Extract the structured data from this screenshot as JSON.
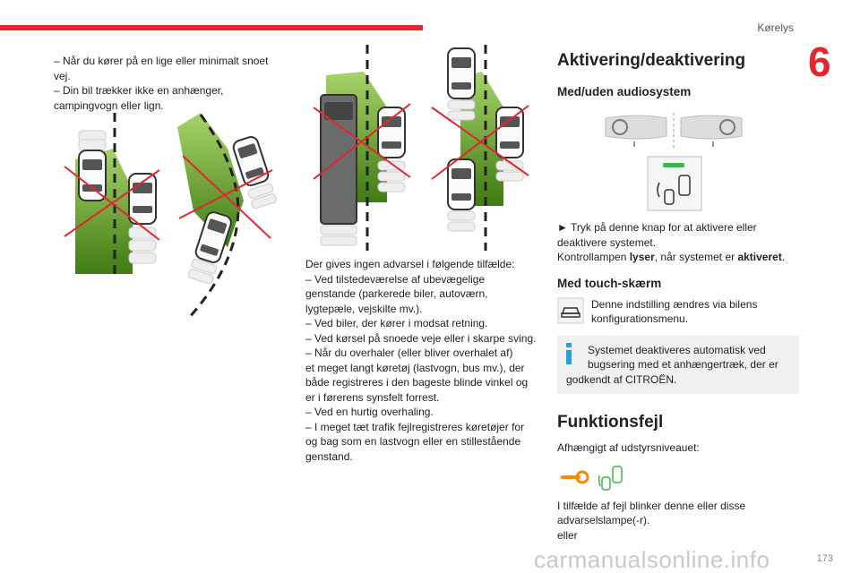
{
  "header": {
    "chapter_label": "Kørelys",
    "chapter_number": "6",
    "page_number": "173"
  },
  "col1": {
    "lines": [
      "– Når du kører på en lige eller minimalt snoet",
      "vej.",
      "– Din bil trækker ikke en anhænger,",
      "campingvogn eller lign."
    ]
  },
  "col2": {
    "lines": [
      "Der gives ingen advarsel i følgende tilfælde:",
      "– Ved tilstedeværelse af ubevægelige",
      "genstande (parkerede biler, autoværn,",
      "lygtepæle, vejskilte mv.).",
      "– Ved biler, der kører i modsat retning.",
      "– Ved kørsel på snoede veje eller i skarpe sving.",
      "– Når du overhaler (eller bliver overhalet af)",
      "et meget langt køretøj (lastvogn, bus mv.), der",
      "både registreres i den bageste blinde vinkel og",
      "er i førerens synsfelt forrest.",
      "– Ved en hurtig overhaling.",
      "– I meget tæt trafik fejlregistreres køretøjer for",
      "og bag som en lastvogn eller en stillestående",
      "genstand."
    ]
  },
  "col3": {
    "title": "Aktivering/deaktivering",
    "audio_heading": "Med/uden audiosystem",
    "press_text": "► Tryk på denne knap for at aktivere eller",
    "press_text2": "deaktivere systemet.",
    "lamp_prefix": "Kontrollampen ",
    "lamp_bold1": "lyser",
    "lamp_mid": ", når systemet er ",
    "lamp_bold2": "aktiveret",
    "lamp_end": ".",
    "touch_heading": "Med touch-skærm",
    "touch_text1": "Denne indstilling ændres via bilens",
    "touch_text2": "konfigurationsmenu.",
    "info_text1": "Systemet deaktiveres automatisk ved",
    "info_text2": "bugsering med et anhængertræk, der er",
    "info_text3": "godkendt af CITROËN.",
    "fault_title": "Funktionsfejl",
    "fault_level": "Afhængigt af udstyrsniveauet:",
    "fault_text1": "I tilfælde af fejl blinker denne eller disse",
    "fault_text2": "advarselslampe(-r).",
    "fault_text3": "eller"
  },
  "watermark": "carmanualsonline.info",
  "colors": {
    "accent": "#e3262f",
    "green": "#5a9a1e",
    "info_blue": "#2a9fd8"
  }
}
